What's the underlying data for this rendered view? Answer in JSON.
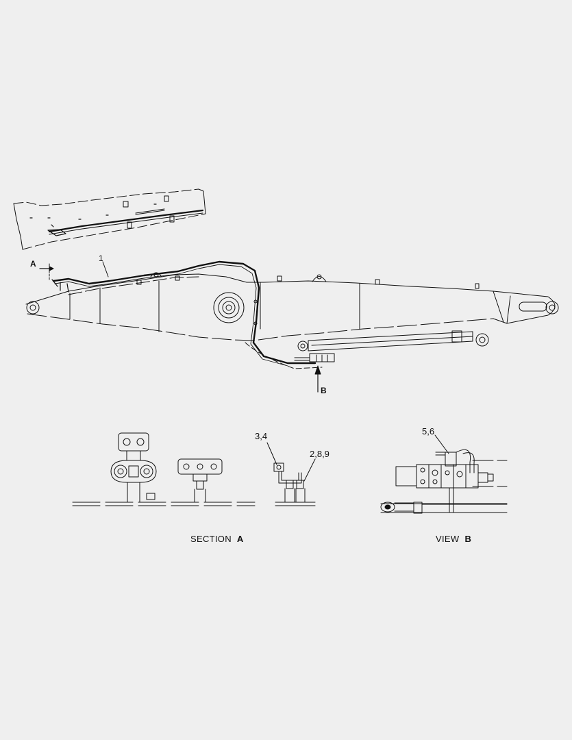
{
  "labels": {
    "item_1": "1",
    "section_marker": "A",
    "view_marker": "B",
    "callout_34": "3,4",
    "callout_289": "2,8,9",
    "callout_56": "5,6"
  },
  "captions": {
    "section_word": "SECTION",
    "section_letter": "A",
    "view_word": "VIEW",
    "view_letter": "B"
  },
  "colors": {
    "background": "#efefef",
    "line": "#111111"
  }
}
